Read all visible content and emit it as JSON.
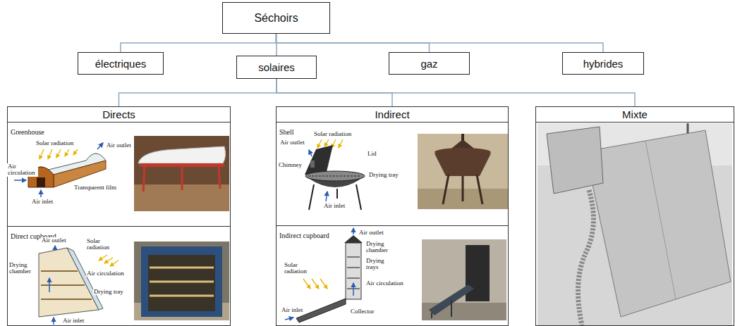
{
  "diagram": {
    "nodes": [
      {
        "text": [
          "Séchoirs"
        ]
      },
      {
        "text": [
          "électriques"
        ]
      },
      {
        "text": [
          "solaires"
        ]
      },
      {
        "text": [
          "gaz"
        ]
      },
      {
        "text": [
          "hybrides"
        ]
      },
      {
        "text": [
          "Directs"
        ]
      },
      {
        "text": [
          "Greenhouse"
        ],
        "in": 5
      },
      {
        "text": [
          "Direct cupboard"
        ],
        "in": 5
      },
      {
        "text": [
          "Indirect"
        ]
      },
      {
        "text": [
          "Shell"
        ],
        "in": 8
      },
      {
        "text": [
          "Indirect cupboard"
        ],
        "in": 8
      },
      {
        "text": [
          "Mixte"
        ]
      }
    ],
    "edges": [
      {
        "from": 0,
        "to": 1,
        "arrow": "none"
      },
      {
        "from": 0,
        "to": 2,
        "arrow": "none"
      },
      {
        "from": 0,
        "to": 3,
        "arrow": "none"
      },
      {
        "from": 0,
        "to": 4,
        "arrow": "none"
      },
      {
        "from": 2,
        "to": 5,
        "arrow": "none"
      },
      {
        "from": 2,
        "to": 8,
        "arrow": "none"
      },
      {
        "from": 2,
        "to": 11,
        "arrow": "none"
      }
    ],
    "labels": [
      "Solar radiation",
      "Air outlet",
      "Air circulation",
      "Transparent film",
      "Air inlet",
      "Air outlet",
      "Solar radiation",
      "Drying chamber",
      "Air circulation",
      "Drying tray",
      "Air inlet",
      "Solar radiation",
      "Air outlet",
      "Lid",
      "Chimney",
      "Drying tray",
      "Air inlet",
      "Air outlet",
      "Drying chamber",
      "Solar radiation",
      "Drying trays",
      "Air circulation",
      "Air inlet",
      "Collector"
    ]
  }
}
